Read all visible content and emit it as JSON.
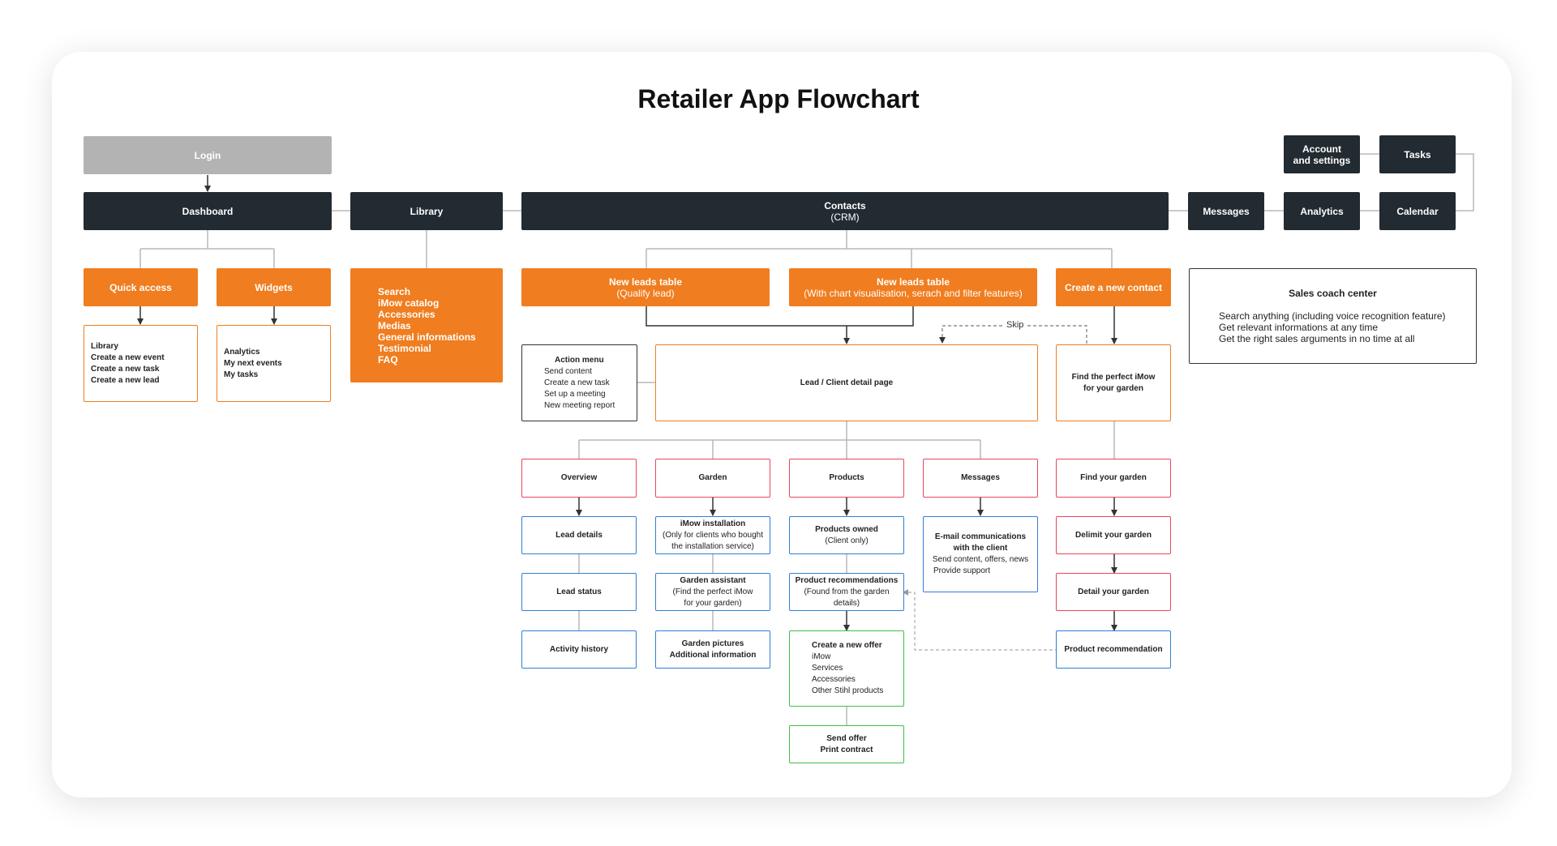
{
  "title": "Retailer App Flowchart",
  "colors": {
    "dark": "#222b31",
    "orange": "#f07d1f",
    "pink": "#e8465f",
    "blue": "#2f7fd6",
    "green": "#3fbe4d",
    "gray": "#b3b3b3"
  },
  "nodes": {
    "login": "Login",
    "dashboard": "Dashboard",
    "library": "Library",
    "contacts": [
      "Contacts",
      "(CRM)"
    ],
    "messages": "Messages",
    "analytics": "Analytics",
    "calendar": "Calendar",
    "account": [
      "Account",
      "and settings"
    ],
    "tasks": "Tasks",
    "quick_access": "Quick access",
    "widgets": "Widgets",
    "quick_access_items": [
      "Library",
      "Create a new event",
      "Create a new task",
      "Create a new lead"
    ],
    "widgets_items": [
      "Analytics",
      "My next events",
      "My tasks"
    ],
    "library_items": [
      "Search",
      "iMow catalog",
      "Accessories",
      "Medias",
      "General informations",
      "Testimonial",
      "FAQ"
    ],
    "new_leads_qualify": [
      "New leads table",
      "(Qualify lead)"
    ],
    "new_leads_chart": [
      "New leads table",
      "(With chart visualisation, serach and filter features)"
    ],
    "create_contact": "Create a new contact",
    "coach_title": "Sales coach center",
    "coach_items": [
      "Search anything (including voice recognition feature)",
      "Get relevant informations at any time",
      "Get the right sales arguments in no time at all"
    ],
    "skip": "Skip",
    "action_menu_title": "Action menu",
    "action_menu_items": [
      "Send content",
      "Create a new task",
      "Set up a meeting",
      "New meeting report"
    ],
    "lead_detail": "Lead / Client detail page",
    "find_imow": [
      "Find the perfect iMow",
      "for your garden"
    ],
    "overview": "Overview",
    "garden": "Garden",
    "products": "Products",
    "messages_tab": "Messages",
    "find_garden": "Find your garden",
    "lead_details": "Lead details",
    "lead_status": "Lead status",
    "activity_history": "Activity history",
    "imow_install_title": "iMow installation",
    "imow_install_sub": [
      "(Only for clients who bought",
      "the installation service)"
    ],
    "garden_assistant_title": "Garden assistant",
    "garden_assistant_sub": [
      "(Find the perfect iMow",
      "for your garden)"
    ],
    "garden_pictures": [
      "Garden pictures",
      "Additional information"
    ],
    "products_owned_title": "Products owned",
    "products_owned_sub": "(Client only)",
    "product_reco_title": "Product recommendations",
    "product_reco_sub": "(Found from the garden details)",
    "create_offer_title": "Create a new offer",
    "create_offer_items": [
      "iMow",
      "Services",
      "Accessories",
      "Other Stihl products"
    ],
    "send_offer": [
      "Send offer",
      "Print contract"
    ],
    "email_title": [
      "E-mail communications",
      "with the client"
    ],
    "email_items": [
      "Send content, offers, news",
      "Provide support"
    ],
    "delimit_garden": "Delimit your garden",
    "detail_garden": "Detail your garden",
    "product_recommendation": "Product recommendation"
  }
}
